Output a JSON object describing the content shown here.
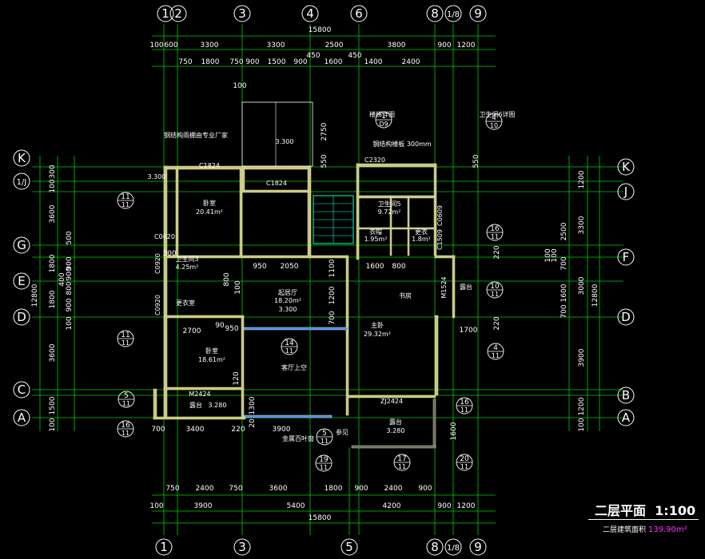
{
  "drawing": {
    "title": "二层平面",
    "scale": "1:100",
    "area_label": "二层建筑面积",
    "area_value": "139.90m²"
  },
  "axes_top": [
    "1",
    "2",
    "3",
    "4",
    "6",
    "8",
    "1/8",
    "9"
  ],
  "axes_bottom": [
    "1",
    "3",
    "5",
    "8",
    "1/8",
    "9"
  ],
  "axes_left": [
    "K",
    "1/J",
    "G",
    "E",
    "D",
    "C",
    "A"
  ],
  "axes_right": [
    "K",
    "J",
    "F",
    "D",
    "B",
    "A"
  ],
  "dims": {
    "top_total": "15800",
    "bottom_total": "15800",
    "left_total": "12800",
    "right_total": "12800",
    "top_row1": [
      "100",
      "600",
      "3300",
      "3300",
      "2500",
      "3800",
      "900",
      "1200"
    ],
    "top_row2": [
      "750",
      "1800",
      "750",
      "900",
      "1500",
      "900",
      "1600",
      "1400",
      "2400"
    ],
    "top_misc": [
      "450",
      "450",
      "100"
    ],
    "bottom_row1": [
      "100",
      "3900",
      "5400",
      "4200",
      "900",
      "1200"
    ],
    "bottom_row2": [
      "750",
      "2400",
      "750",
      "3600",
      "1800",
      "900",
      "2400",
      "900"
    ],
    "left_row1": [
      "300",
      "100",
      "3600",
      "1800",
      "1800",
      "3600",
      "1500",
      "100"
    ],
    "left_row2": [
      "500",
      "900",
      "900",
      "800",
      "900",
      "400",
      "100"
    ],
    "right_row1": [
      "1200",
      "3300",
      "3000",
      "3900",
      "1200",
      "100"
    ],
    "right_row2": [
      "2500",
      "700",
      "1600",
      "700",
      "100"
    ],
    "inner": [
      "2750",
      "550",
      "550",
      "300",
      "950",
      "2050",
      "1100",
      "1600",
      "800",
      "1200",
      "700",
      "2700",
      "90",
      "950",
      "100",
      "1700",
      "220",
      "220",
      "120",
      "1300",
      "20",
      "3900",
      "3400",
      "700",
      "220",
      "1600",
      "100",
      "800"
    ]
  },
  "rooms": [
    {
      "name": "卧室",
      "area": "20.41m²"
    },
    {
      "name": "卫生间3",
      "area": "4.25m²"
    },
    {
      "name": "更衣室",
      "area": ""
    },
    {
      "name": "卧室",
      "area": "18.61m²"
    },
    {
      "name": "起居厅",
      "area": "18.20m²"
    },
    {
      "name": "客厅上空",
      "area": ""
    },
    {
      "name": "卫生间5",
      "area": "9.72m²"
    },
    {
      "name": "衣帽",
      "area": "1.95m²"
    },
    {
      "name": "更衣",
      "area": "1.8m²"
    },
    {
      "name": "书房",
      "area": ""
    },
    {
      "name": "主卧",
      "area": "29.32m²"
    },
    {
      "name": "露台",
      "area": "3.280"
    },
    {
      "name": "露台",
      "area": "3.280"
    },
    {
      "name": "露台",
      "area": ""
    }
  ],
  "elevations": [
    "3.300",
    "3.300",
    "3.300"
  ],
  "window_tags": [
    "C1824",
    "C1824",
    "C0620",
    "C0920",
    "C0920",
    "C2320",
    "C0609",
    "C1509",
    "M2424",
    "ZJ2424",
    "M1524"
  ],
  "notes": [
    "钢结构雨棚由专业厂家",
    "楼梯详图",
    "钢结构楼板 300mm",
    "卫生间6详图",
    "金属百叶窗",
    "参见"
  ],
  "callouts": [
    {
      "num": "11",
      "sub": "11"
    },
    {
      "num": "11",
      "sub": "11"
    },
    {
      "num": "14",
      "sub": "11"
    },
    {
      "num": "5",
      "sub": "11"
    },
    {
      "num": "16",
      "sub": "11"
    },
    {
      "num": "1",
      "sub": "D9"
    },
    {
      "num": "4",
      "sub": "10"
    },
    {
      "num": "16",
      "sub": "11"
    },
    {
      "num": "10",
      "sub": "11"
    },
    {
      "num": "4",
      "sub": "11"
    },
    {
      "num": "16",
      "sub": "11"
    },
    {
      "num": "5",
      "sub": "11"
    },
    {
      "num": "19",
      "sub": "11"
    },
    {
      "num": "17",
      "sub": "11"
    },
    {
      "num": "20",
      "sub": "11"
    }
  ]
}
